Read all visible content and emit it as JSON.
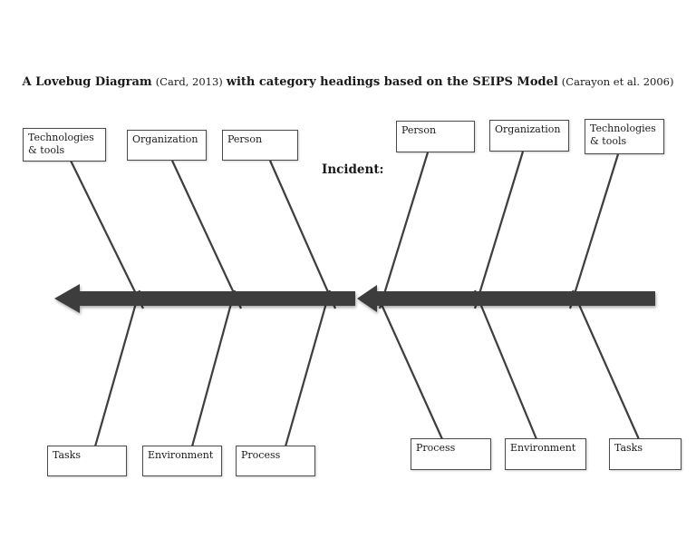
{
  "title": {
    "part1_bold": "A Lovebug Diagram",
    "part2_normal": "(Card, 2013)",
    "part3_bold": "with category headings based on the SEIPS Model",
    "part4_normal": "(Carayon et al. 2006)"
  },
  "incident_label": "Incident:",
  "diagram": {
    "left_fish": {
      "top_categories": [
        "Technologies\n& tools",
        "Organization",
        "Person"
      ],
      "bottom_categories": [
        "Tasks",
        "Environment",
        "Process"
      ]
    },
    "right_fish": {
      "top_categories": [
        "Person",
        "Organization",
        "Technologies\n& tools"
      ],
      "bottom_categories": [
        "Process",
        "Environment",
        "Tasks"
      ]
    }
  },
  "colors": {
    "spine_arrow": "#3d3d3d",
    "rib_line": "#3f3f3f",
    "box_border": "#4a4a4a",
    "background": "#ffffff"
  }
}
